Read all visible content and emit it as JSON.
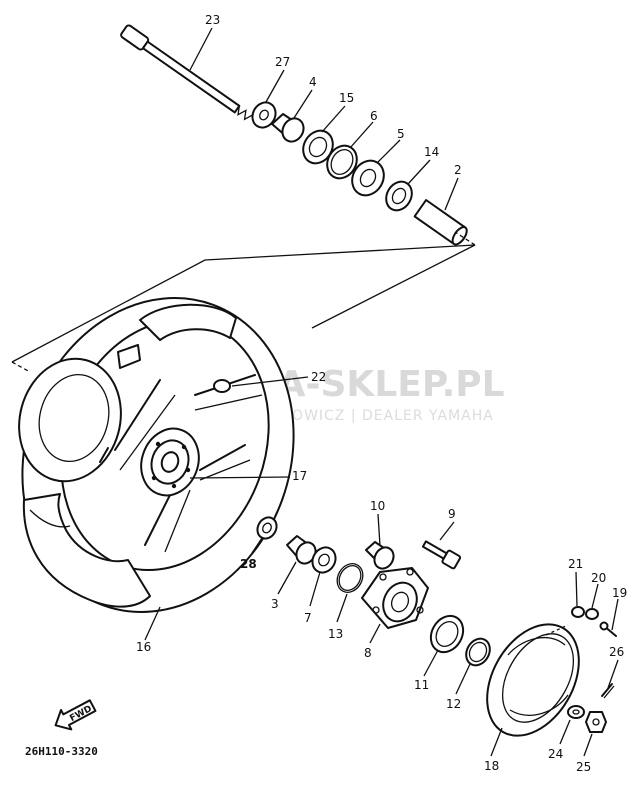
{
  "diagram": {
    "code": "26H110-3320",
    "fwd_label": "FWD",
    "watermark": {
      "main": "AMA-SKLEP.PL",
      "sub": "WOJCIECHOWICZ | DEALER YAMAHA",
      "color": "#e0e0e0",
      "logo_color": "#f2b8b8"
    },
    "callouts": {
      "c23": "23",
      "c27": "27",
      "c4": "4",
      "c15": "15",
      "c6": "6",
      "c5": "5",
      "c14": "14",
      "c2": "2",
      "c22": "22",
      "c17": "17",
      "c16": "16",
      "c10": "10",
      "c9": "9",
      "c28": "28",
      "c3": "3",
      "c7": "7",
      "c13": "13",
      "c8": "8",
      "c11": "11",
      "c12": "12",
      "c18": "18",
      "c21": "21",
      "c20": "20",
      "c19": "19",
      "c26": "26",
      "c24": "24",
      "c25": "25"
    }
  }
}
